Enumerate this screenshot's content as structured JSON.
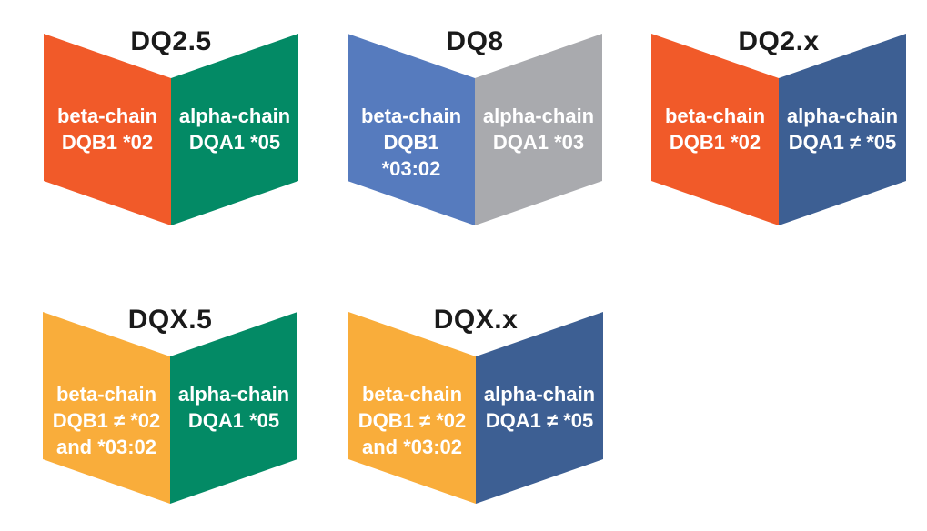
{
  "page": {
    "background_color": "#ffffff",
    "title_color": "#1a1a1a",
    "label_text_color": "#ffffff"
  },
  "cards": [
    {
      "title": "DQ2.5",
      "left": {
        "label": "beta-chain\nDQB1 *02",
        "color": "#F15A29"
      },
      "right": {
        "label": "alpha-chain\nDQA1 *05",
        "color": "#038A65"
      }
    },
    {
      "title": "DQ8",
      "left": {
        "label": "beta-chain\nDQB1\n*03:02",
        "color": "#567BBE"
      },
      "right": {
        "label": "alpha-chain\nDQA1 *03",
        "color": "#A9AAAE"
      }
    },
    {
      "title": "DQ2.x",
      "left": {
        "label": "beta-chain\nDQB1 *02",
        "color": "#F15A29"
      },
      "right": {
        "label": "alpha-chain\nDQA1 ≠ *05",
        "color": "#3D5F93"
      }
    },
    {
      "title": "DQX.5",
      "left": {
        "label": "beta-chain\nDQB1 ≠ *02\nand *03:02",
        "color": "#F9AD3B"
      },
      "right": {
        "label": "alpha-chain\nDQA1 *05",
        "color": "#038A65"
      }
    },
    {
      "title": "DQX.x",
      "left": {
        "label": "beta-chain\nDQB1 ≠ *02\nand *03:02",
        "color": "#F9AD3B"
      },
      "right": {
        "label": "alpha-chain\nDQA1 ≠ *05",
        "color": "#3D5F93"
      }
    }
  ]
}
